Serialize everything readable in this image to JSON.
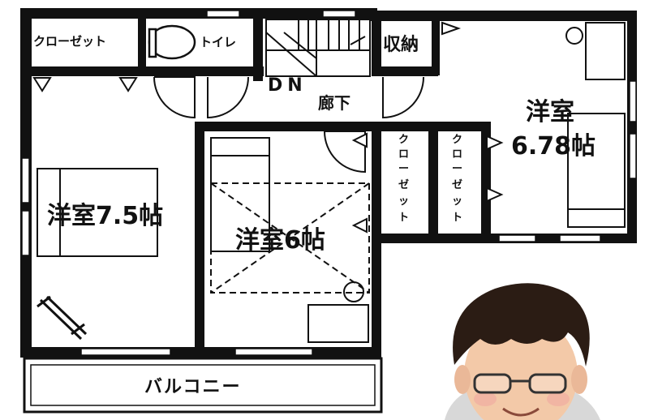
{
  "rooms": {
    "western_7_5": "洋室7.5帖",
    "western_6": "洋室6帖",
    "western_678_line1": "洋室",
    "western_678_line2": "6.78帖"
  },
  "labels": {
    "closet_top_left": "クローゼット",
    "toilet": "トイレ",
    "storage": "収納",
    "stair_down": "DN",
    "hallway": "廊下",
    "closet_mid": [
      "ク",
      "ロ",
      "ー",
      "ゼ",
      "ッ",
      "ト"
    ],
    "closet_right": [
      "ク",
      "ロ",
      "ー",
      "ゼ",
      "ッ",
      "ト"
    ],
    "balcony": "バルコニー"
  },
  "colors": {
    "wall": "#111111",
    "background": "#ffffff",
    "skin": "#f3c9a8",
    "hair": "#2b1c14"
  }
}
